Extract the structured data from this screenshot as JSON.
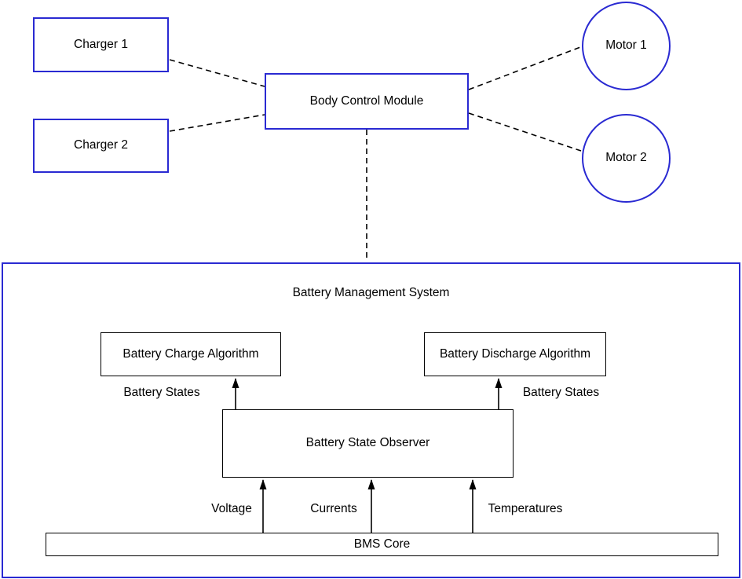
{
  "diagram_title": "Battery Management System",
  "nodes": {
    "charger1": "Charger 1",
    "charger2": "Charger 2",
    "body_control_module": "Body Control Module",
    "motor1": "Motor 1",
    "motor2": "Motor 2",
    "battery_charge_algorithm": "Battery Charge Algorithm",
    "battery_discharge_algorithm": "Battery Discharge Algorithm",
    "battery_state_observer": "Battery State Observer",
    "bms_core": "BMS Core"
  },
  "edge_labels": {
    "battery_states_left": "Battery States",
    "battery_states_right": "Battery States",
    "voltage": "Voltage",
    "currents": "Currents",
    "temperatures": "Temperatures"
  },
  "colors": {
    "blue_stroke": "#2a2ad2",
    "black_stroke": "#000000",
    "canvas_bg": "#ffffff",
    "text": "#000000"
  }
}
